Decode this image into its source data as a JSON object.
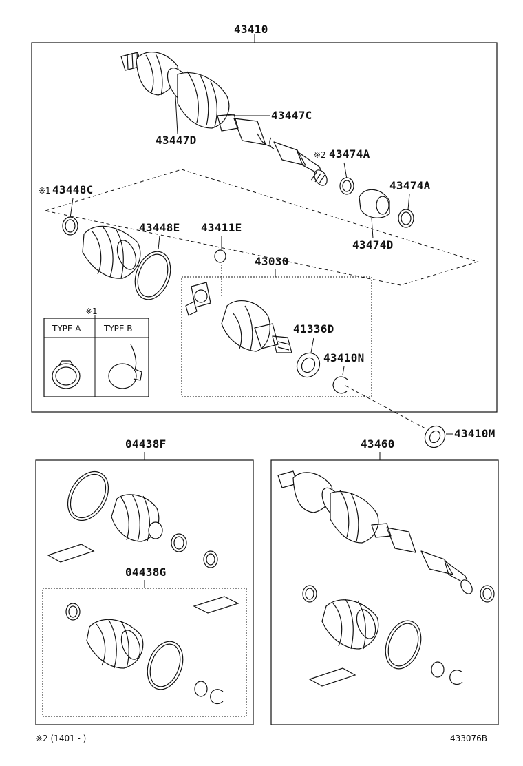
{
  "diagram": {
    "labels": {
      "p43410": "43410",
      "p43447C": "43447C",
      "p43447D": "43447D",
      "p43474A_top": "43474A",
      "p43474A_right": "43474A",
      "p43474D": "43474D",
      "p43448C": "43448C",
      "p43448E": "43448E",
      "p43411E": "43411E",
      "p43030": "43030",
      "p41336D": "41336D",
      "p43410N": "43410N",
      "p43410M": "43410M",
      "p04438F": "04438F",
      "p04438G": "04438G",
      "p43460": "43460"
    },
    "marks": {
      "mark2": "※2",
      "mark1": "※1",
      "mark1_inset": "※1"
    },
    "type_table": {
      "type_a": "TYPE A",
      "type_b": "TYPE B"
    },
    "footnote": "※2 (1401 -        )",
    "diagram_code": "433076B"
  }
}
